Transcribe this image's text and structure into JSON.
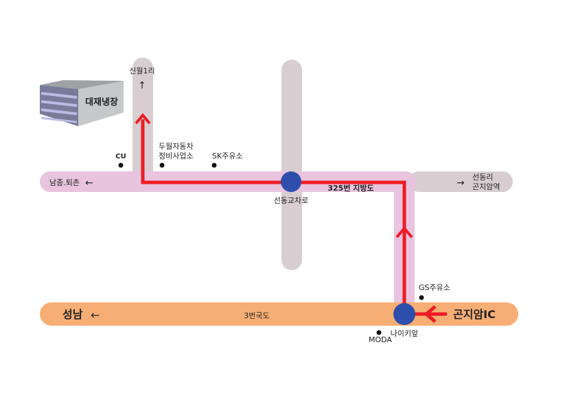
{
  "building": {
    "label": "대재냉장"
  },
  "places": {
    "sinwol": "신월1리",
    "cu": "CU",
    "auto_repair_line1": "두월자동차",
    "auto_repair_line2": "정비사업소",
    "sk_gas": "SK주유소",
    "namjong": "남종.퇴촌",
    "seondong_intersection": "선동교차로",
    "road_325": "325번 지방도",
    "seondongri_line1": "선동리",
    "seondongri_line2": "곤지암역",
    "gs_gas": "GS주유소",
    "seongnam": "성남",
    "road_3": "3번국도",
    "gonjiam_ic": "곤지암IC",
    "moda": "MODA",
    "naiki_front": "나이키앞"
  },
  "arrows": {
    "up": "↑",
    "left": "←",
    "right": "→"
  },
  "colors": {
    "route": "#ee1c24",
    "route_highlight": "#e8c4df",
    "local_road": "#d8ced2",
    "national_road": "#f7ae74",
    "junction": "#2e4eab",
    "building_front": "#7a7a9a",
    "building_side": "#aeb0b3"
  }
}
